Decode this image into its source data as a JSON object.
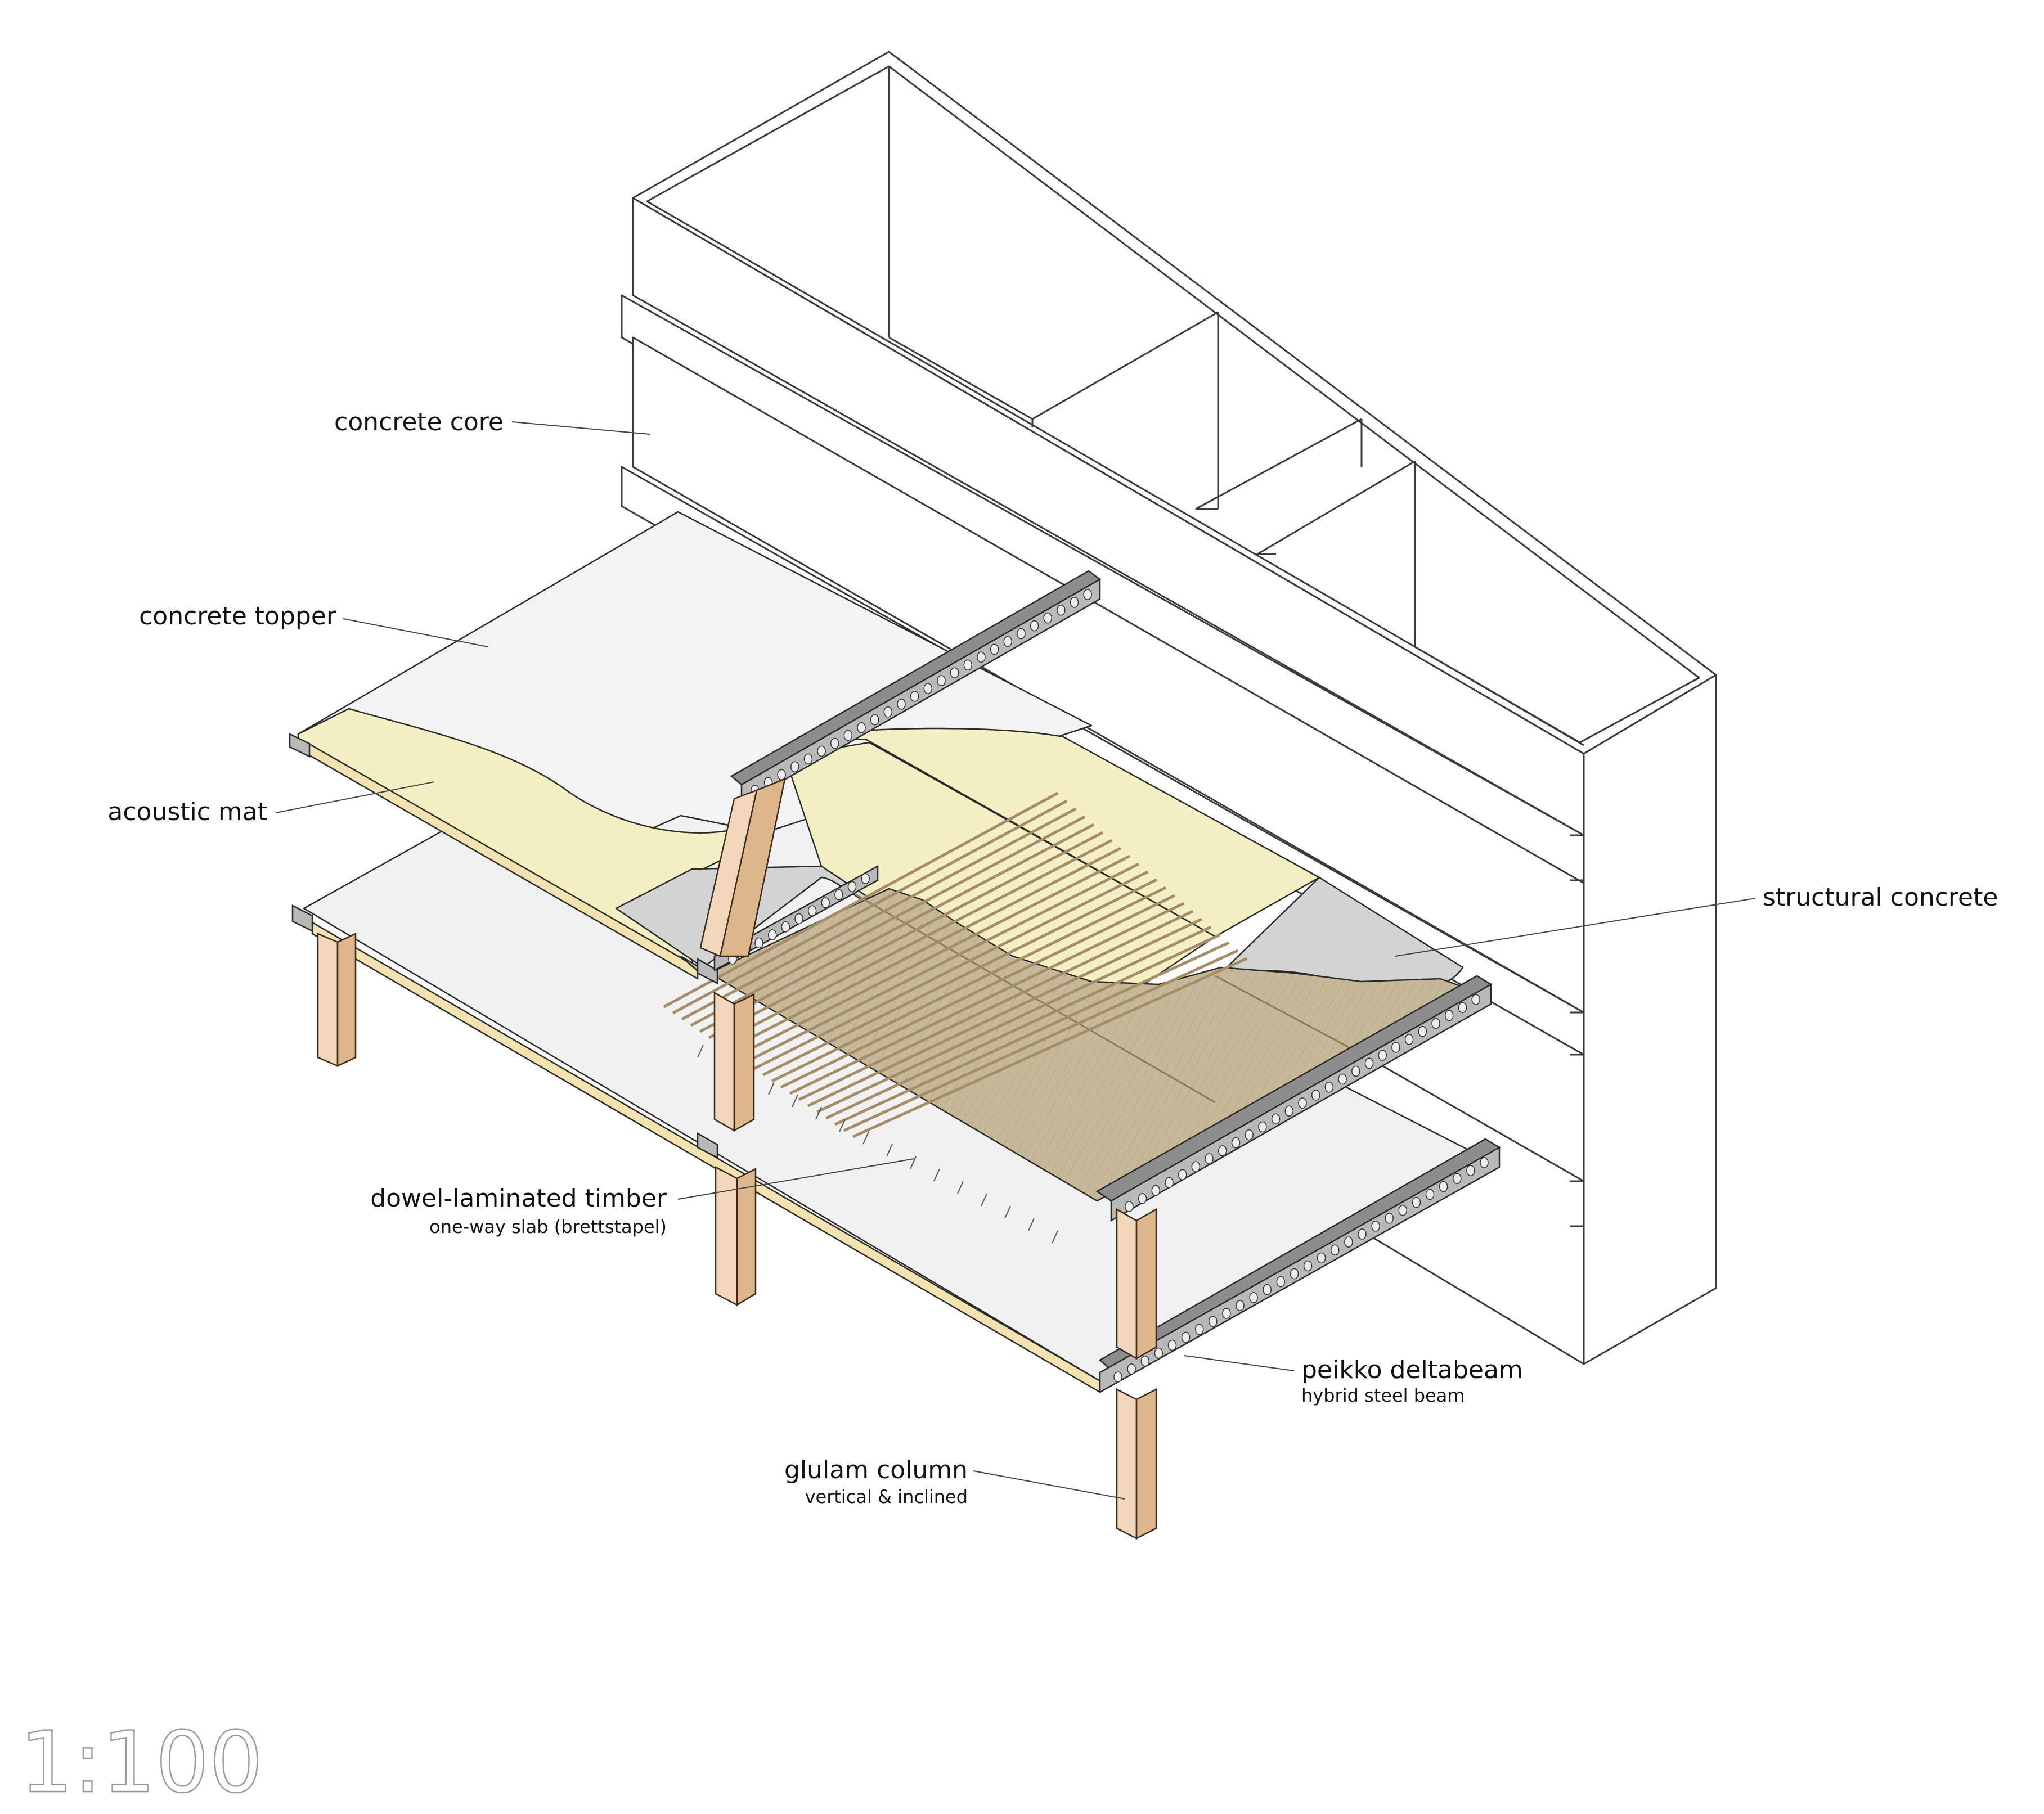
{
  "colors": {
    "concrete_topper": "#f3f3f3",
    "acoustic_mat": "#f5efc4",
    "structural_concrete": "#d3d3d3",
    "timber_deck": "#c8b89a",
    "glulam_light": "#f2d7bd",
    "glulam_dark": "#deb68c",
    "deltabeam_face": "#b9b9b9",
    "deltabeam_web": "#8d8d8d",
    "lower_slab": "#f1f1f1",
    "slab_edge": "#f3e3b0"
  },
  "labels": {
    "concrete_core": {
      "title": "concrete core"
    },
    "concrete_topper": {
      "title": "concrete topper"
    },
    "acoustic_mat": {
      "title": "acoustic mat"
    },
    "structural_concrete": {
      "title": "structural concrete"
    },
    "dlt": {
      "title": "dowel-laminated timber",
      "subtitle": "one-way slab (brettstapel)"
    },
    "deltabeam": {
      "title": "peikko deltabeam",
      "subtitle": "hybrid steel beam"
    },
    "glulam": {
      "title": "glulam column",
      "subtitle": "vertical & inclined"
    }
  },
  "scale": "1:100"
}
